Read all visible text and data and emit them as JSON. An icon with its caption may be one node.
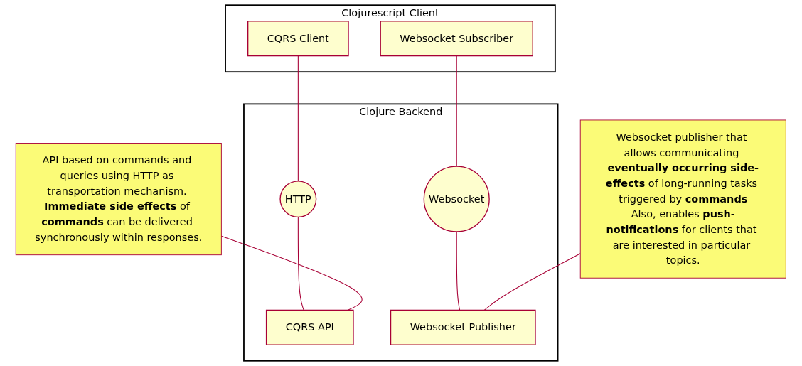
{
  "diagram": {
    "nodes": [
      {
        "text": [
          "Clojurescript Client"
        ]
      },
      {
        "text": [
          "CQRS Client"
        ],
        "in": 0
      },
      {
        "text": [
          "Websocket Subscriber"
        ],
        "in": 0
      },
      {
        "text": [
          "Clojure Backend"
        ]
      },
      {
        "text": [
          "HTTP"
        ],
        "in": 3
      },
      {
        "text": [
          "Websocket"
        ],
        "in": 3
      },
      {
        "text": [
          "CQRS API"
        ],
        "in": 3
      },
      {
        "text": [
          "Websocket Publisher"
        ],
        "in": 3
      },
      {
        "text": [
          "API based on commands and queries using HTTP as transportation mechanism. **Immediate side effects** of **commands** can be delivered synchronously within responses."
        ]
      },
      {
        "text": [
          "Websocket publisher that allows communicating **eventually occurring side-effects** of long-running tasks triggered by **commands**",
          "Also, enables **push-notifications** for clients that are interested in particular topics."
        ]
      }
    ],
    "edges": [
      {
        "from": 1,
        "to": 4,
        "arrow": "none"
      },
      {
        "from": 2,
        "to": 5,
        "arrow": "none"
      },
      {
        "from": 4,
        "to": 6,
        "arrow": "none"
      },
      {
        "from": 5,
        "to": 7,
        "arrow": "none"
      },
      {
        "from": 8,
        "to": 6,
        "arrow": "none"
      },
      {
        "from": 9,
        "to": 7,
        "arrow": "none"
      }
    ]
  }
}
